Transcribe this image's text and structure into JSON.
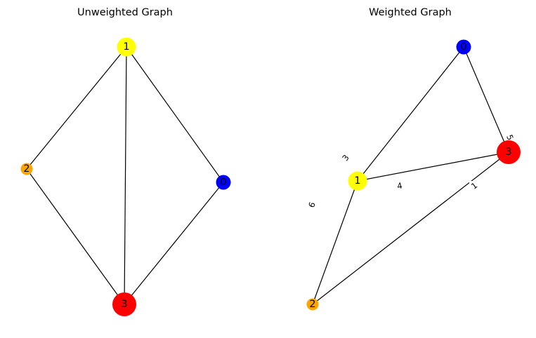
{
  "unweighted": {
    "title": "Unweighted Graph",
    "nodes": [
      {
        "id": "0",
        "label": "0",
        "color": "#0000ff"
      },
      {
        "id": "1",
        "label": "1",
        "color": "#ffff00"
      },
      {
        "id": "2",
        "label": "2",
        "color": "#ffa500"
      },
      {
        "id": "3",
        "label": "3",
        "color": "#ff0000"
      }
    ],
    "edges": [
      {
        "source": "1",
        "target": "2"
      },
      {
        "source": "1",
        "target": "3"
      },
      {
        "source": "1",
        "target": "0"
      },
      {
        "source": "2",
        "target": "3"
      },
      {
        "source": "0",
        "target": "3"
      }
    ]
  },
  "weighted": {
    "title": "Weighted Graph",
    "nodes": [
      {
        "id": "0",
        "label": "0",
        "color": "#0000ff"
      },
      {
        "id": "1",
        "label": "1",
        "color": "#ffff00"
      },
      {
        "id": "2",
        "label": "2",
        "color": "#ffa500"
      },
      {
        "id": "3",
        "label": "3",
        "color": "#ff0000"
      }
    ],
    "edges": [
      {
        "source": "0",
        "target": "1",
        "weight": "3"
      },
      {
        "source": "0",
        "target": "3",
        "weight": "5"
      },
      {
        "source": "1",
        "target": "3",
        "weight": "4"
      },
      {
        "source": "1",
        "target": "2",
        "weight": "6"
      },
      {
        "source": "3",
        "target": "2",
        "weight": "1"
      }
    ]
  }
}
